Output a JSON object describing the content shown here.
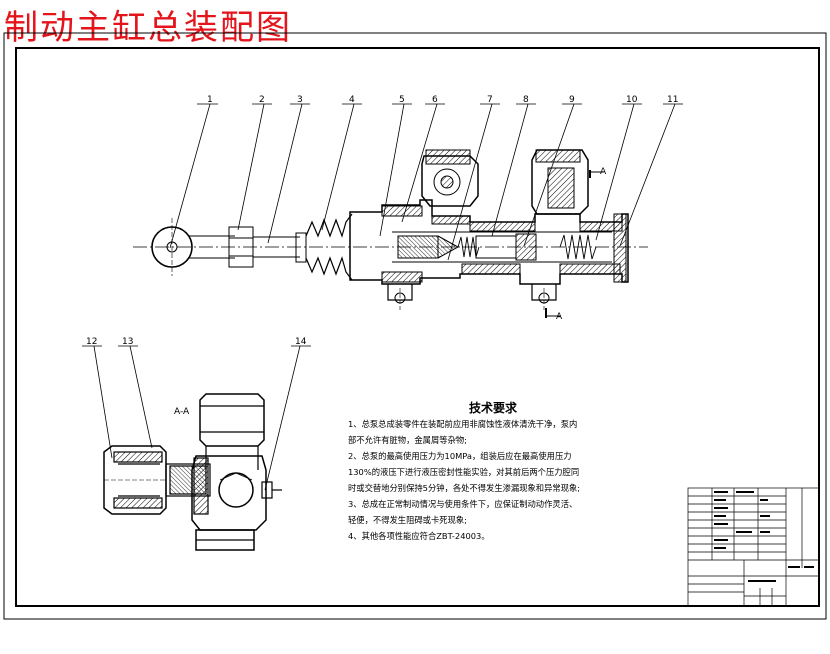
{
  "title": "制动主缸总装配图",
  "part_labels": [
    "1",
    "2",
    "3",
    "4",
    "5",
    "6",
    "7",
    "8",
    "9",
    "10",
    "11",
    "12",
    "13",
    "14"
  ],
  "section_marks": {
    "view_title": "A-A",
    "mark_top": "A",
    "mark_bottom": "A"
  },
  "technical_requirements": {
    "title": "技术要求",
    "items": [
      "1、总泵总成装零件在装配前应用非腐蚀性液体清洗干净，泵内",
      "部不允许有脏物，金属屑等杂物;",
      "2、总泵的最高使用压力为10MPa，组装后应在最高使用压力",
      "130%的液压下进行液压密封性能实验，对其前后两个压力腔同",
      "时或交替地分别保持5分钟，各处不得发生渗漏现象和异常现象;",
      "3、总成在正常制动情况与使用条件下，应保证制动动作灵活、",
      "轻便，不得发生阻碍或卡死现象;",
      "4、其他各项性能应符合ZBT-24003。"
    ]
  },
  "colors": {
    "title": "#e4141b",
    "line": "#000000",
    "hatch": "#000000"
  }
}
